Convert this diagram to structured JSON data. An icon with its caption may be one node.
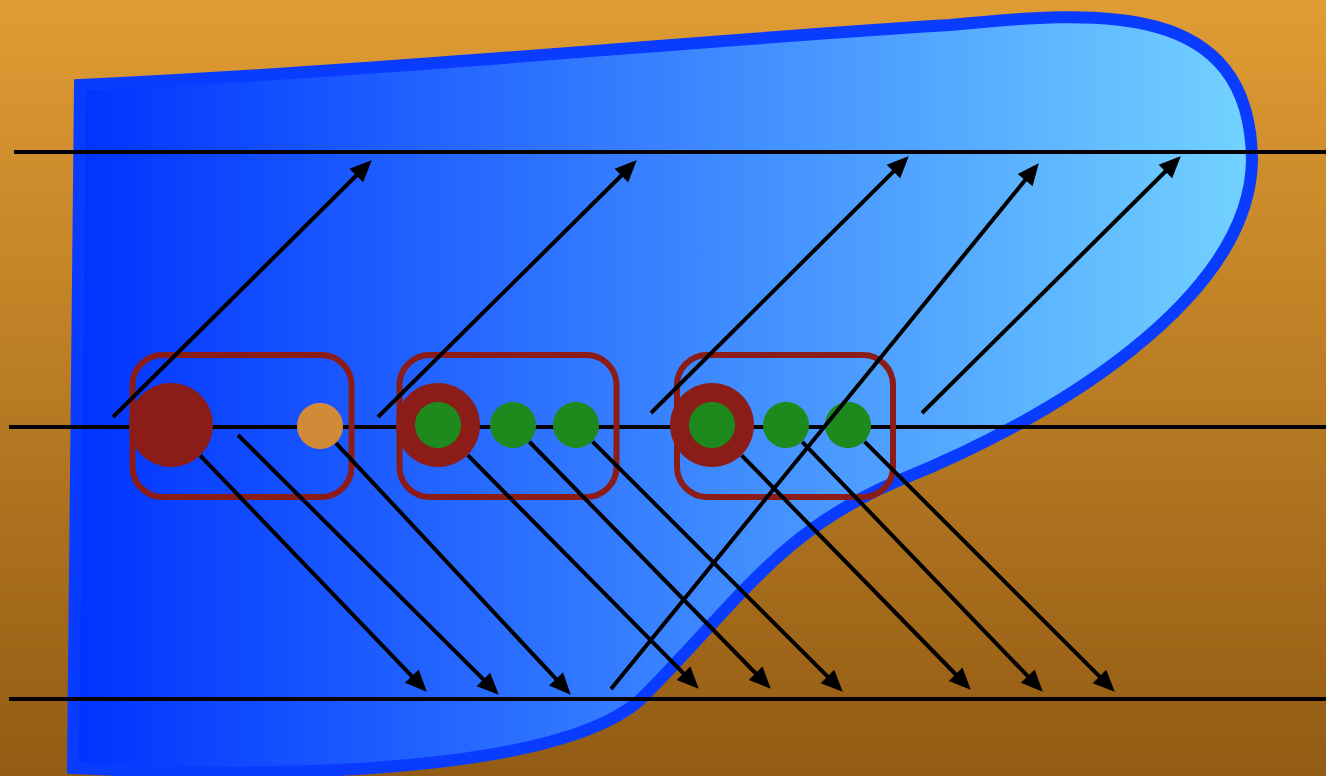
{
  "diagram": {
    "nodes": [
      {
        "text": [],
        "shape": "box"
      },
      {
        "text": [],
        "shape": "circle",
        "in": 0
      },
      {
        "text": [],
        "shape": "circle",
        "in": 0
      },
      {
        "text": [],
        "shape": "box"
      },
      {
        "text": [],
        "shape": "circle",
        "in": 3
      },
      {
        "text": [],
        "shape": "circle",
        "in": 3
      },
      {
        "text": [],
        "shape": "circle",
        "in": 3
      },
      {
        "text": [],
        "shape": "box"
      },
      {
        "text": [],
        "shape": "circle",
        "in": 7
      },
      {
        "text": [],
        "shape": "circle",
        "in": 7
      },
      {
        "text": [],
        "shape": "circle",
        "in": 7
      }
    ],
    "edges": [
      {
        "from": 1,
        "to": null,
        "arrow": "to"
      },
      {
        "from": 2,
        "to": null,
        "arrow": "to"
      },
      {
        "from": 4,
        "to": null,
        "arrow": "to"
      },
      {
        "from": 5,
        "to": null,
        "arrow": "to"
      },
      {
        "from": 6,
        "to": null,
        "arrow": "to"
      },
      {
        "from": 8,
        "to": null,
        "arrow": "to"
      },
      {
        "from": 9,
        "to": null,
        "arrow": "to"
      },
      {
        "from": 10,
        "to": null,
        "arrow": "to"
      }
    ]
  }
}
